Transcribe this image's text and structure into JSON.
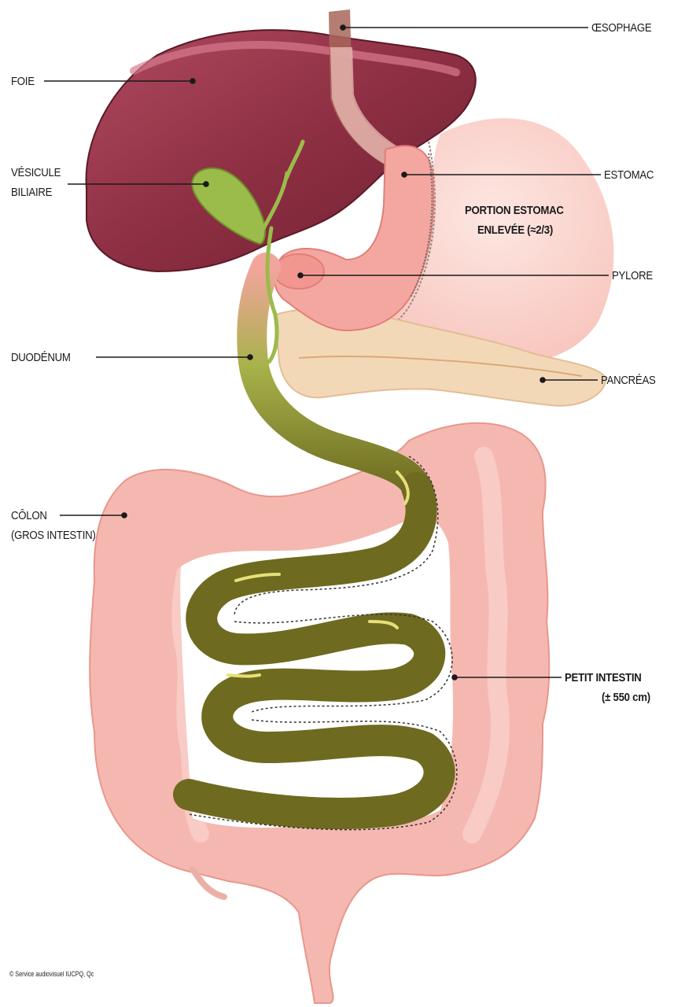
{
  "labels": {
    "oesophage": "ŒSOPHAGE",
    "foie": "FOIE",
    "vesicule_line1": "VÉSICULE",
    "vesicule_line2": "BILIAIRE",
    "estomac": "ESTOMAC",
    "portion_line1": "PORTION ESTOMAC",
    "portion_line2": "ENLEVÉE (≈2/3)",
    "pylore": "PYLORE",
    "duodenum": "DUODÉNUM",
    "pancreas": "PANCRÉAS",
    "colon_line1": "CÔLON",
    "colon_line2": "(GROS INTESTIN)",
    "petit_line1": "PETIT INTESTIN",
    "petit_line2": "(± 550 cm)"
  },
  "credit": "© Service audiovisuel IUCPQ, Qc",
  "colors": {
    "liver": "#8e2f43",
    "liver_highlight": "#c9607a",
    "stomach": "#f4a7a0",
    "removed_stomach": "#fbd6d0",
    "colon": "#f5b8b0",
    "small_intestine": "#6e6a1f",
    "gallbladder": "#9bbb4a",
    "pancreas": "#f3d8b8",
    "esophagus": "#a8665a"
  }
}
